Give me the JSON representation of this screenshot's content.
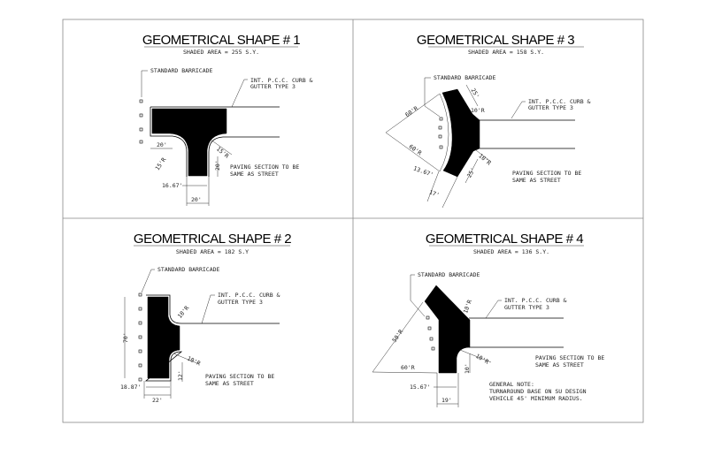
{
  "panels": [
    {
      "title": "GEOMETRICAL SHAPE # 1",
      "shaded_area": "SHADED AREA = 255 S.Y.",
      "barricade_label": "STANDARD BARRICADE",
      "curb_label_1": "INT. P.C.C. CURB &",
      "curb_label_2": "GUTTER TYPE 3",
      "paving_1": "PAVING SECTION TO BE",
      "paving_2": "SAME AS STREET",
      "dims": [
        "20'",
        "15'R",
        "15'R",
        "20'",
        "16.67'",
        "20'"
      ]
    },
    {
      "title": "GEOMETRICAL SHAPE # 3",
      "shaded_area": "SHADED AREA = 158 S.Y.",
      "barricade_label": "STANDARD BARRICADE",
      "curb_label_1": "INT. P.C.C. CURB &",
      "curb_label_2": "GUTTER TYPE 3",
      "paving_1": "PAVING SECTION TO BE",
      "paving_2": "SAME AS STREET",
      "dims": [
        "25'",
        "10'R",
        "60'R",
        "60'R",
        "10'R",
        "25'",
        "13.67'",
        "17'"
      ]
    },
    {
      "title": "GEOMETRICAL SHAPE # 2",
      "shaded_area": "SHADED AREA = 182 S.Y",
      "barricade_label": "STANDARD BARRICADE",
      "curb_label_1": "INT. P.C.C. CURB &",
      "curb_label_2": "GUTTER TYPE 3",
      "paving_1": "PAVING SECTION TO BE",
      "paving_2": "SAME AS STREET",
      "dims": [
        "70'",
        "10'R",
        "10'R",
        "12'",
        "18.87'",
        "22'"
      ]
    },
    {
      "title": "GEOMETRICAL SHAPE # 4",
      "shaded_area": "SHADED AREA = 136 S.Y.",
      "barricade_label": "STANDARD BARRICADE",
      "curb_label_1": "INT. P.C.C. CURB &",
      "curb_label_2": "GUTTER TYPE 3",
      "paving_1": "PAVING SECTION TO BE",
      "paving_2": "SAME AS STREET",
      "dims": [
        "10'R",
        "50'R",
        "60'R",
        "10'R",
        "10'",
        "15.67'",
        "19'"
      ],
      "note_title": "GENERAL NOTE:",
      "note_1": "TURNAROUND BASE ON SU DESIGN",
      "note_2": "VEHICLE 45' MINIMUM RADIUS."
    }
  ]
}
